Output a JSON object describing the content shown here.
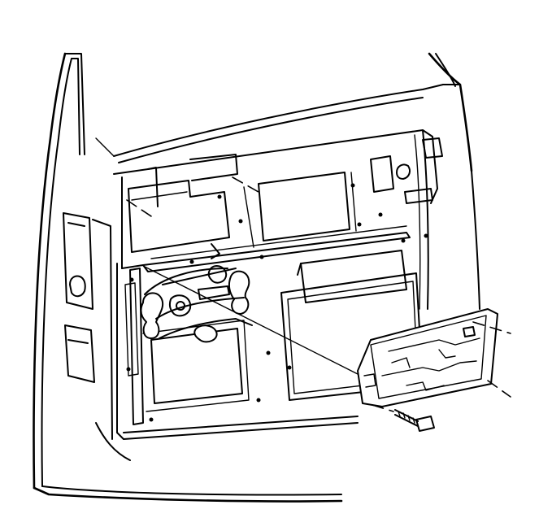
{
  "figure": {
    "subject": "vehicle-door-inner-panel-exploded-view",
    "parts": [
      "door-shell",
      "inner-panel",
      "window-regulator",
      "access-cover-plate",
      "fastener-screw"
    ]
  }
}
